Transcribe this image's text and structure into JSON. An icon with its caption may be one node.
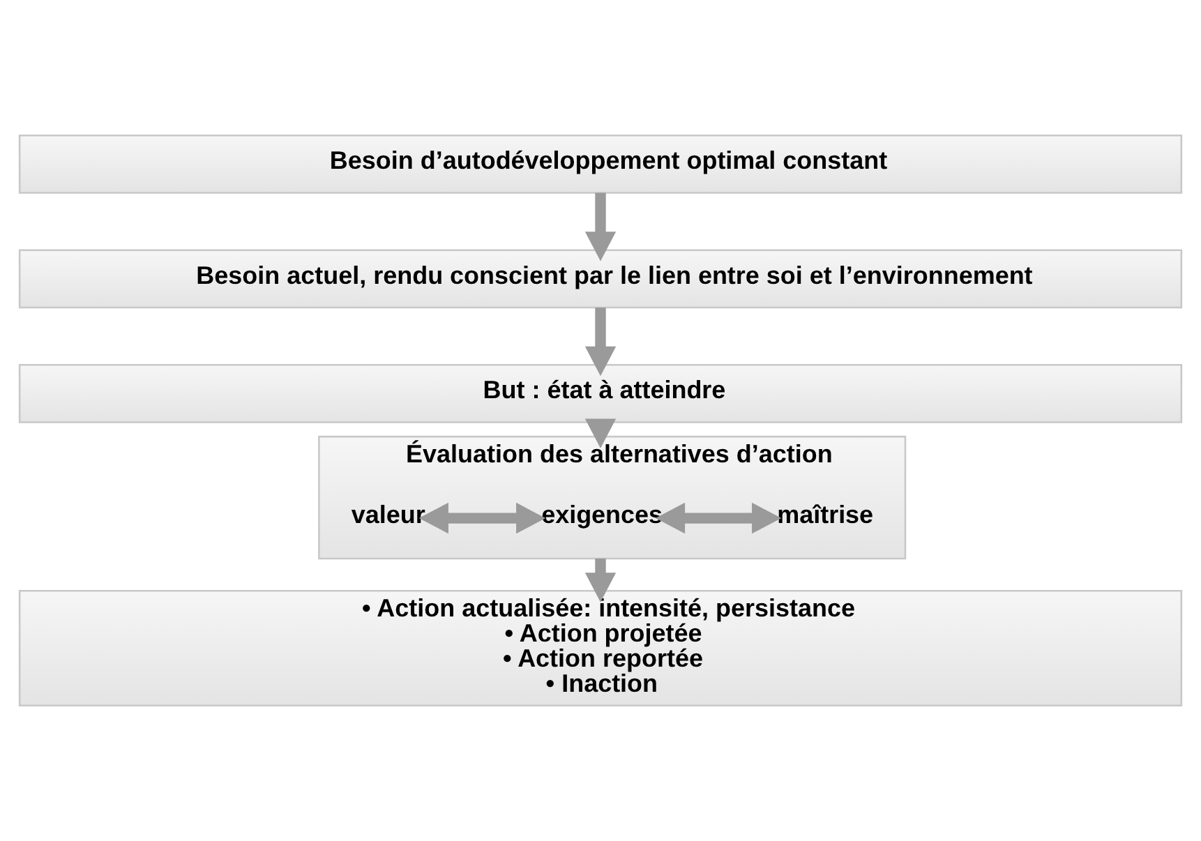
{
  "diagram": {
    "nodes": [
      {
        "text": [
          "Besoin d’autodéveloppement optimal constant"
        ]
      },
      {
        "text": [
          "Besoin actuel, rendu conscient par le lien entre soi et l’environnement"
        ]
      },
      {
        "text": [
          "But : état à atteindre"
        ]
      },
      {
        "text": [
          "Évaluation des alternatives d’action"
        ]
      },
      {
        "text": [
          "valeur"
        ],
        "in": 3
      },
      {
        "text": [
          "exigences"
        ],
        "in": 3
      },
      {
        "text": [
          "maîtrise"
        ],
        "in": 3
      },
      {
        "text": [
          "• Action actualisée: intensité, persistance",
          "• Action projetée",
          "• Action reportée",
          "• Inaction"
        ]
      }
    ],
    "edges": [
      {
        "from": 0,
        "to": 1,
        "arrow": "to"
      },
      {
        "from": 1,
        "to": 2,
        "arrow": "to"
      },
      {
        "from": 2,
        "to": 3,
        "arrow": "to"
      },
      {
        "from": 4,
        "to": 5,
        "arrow": "both"
      },
      {
        "from": 5,
        "to": 6,
        "arrow": "both"
      },
      {
        "from": 3,
        "to": 7,
        "arrow": "to"
      }
    ]
  }
}
